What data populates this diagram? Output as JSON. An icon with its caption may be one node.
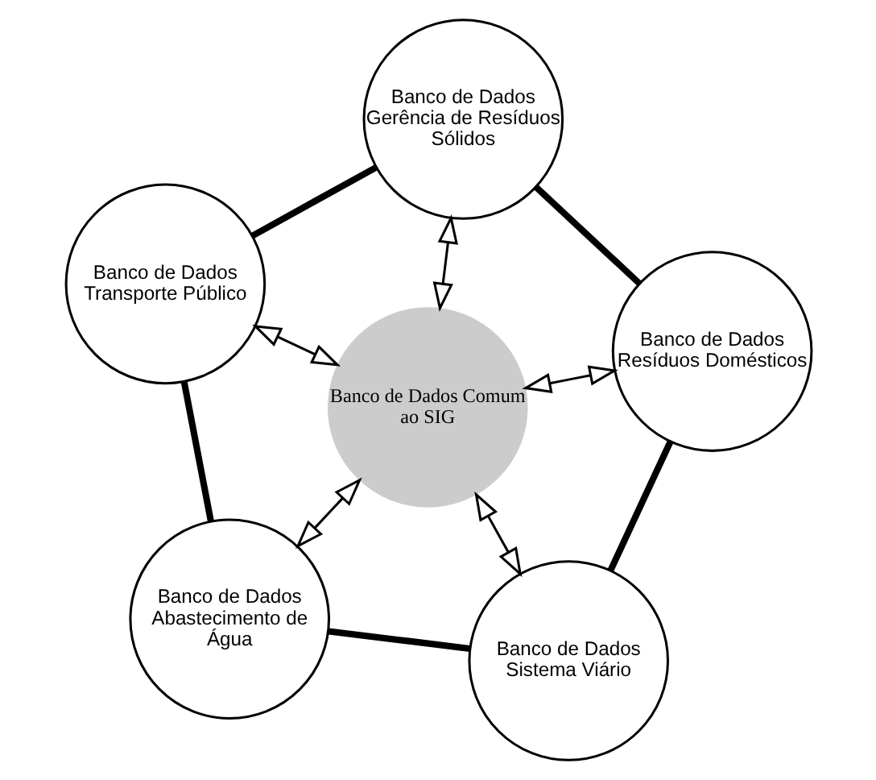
{
  "diagram": {
    "nodes": [
      {
        "text": [
          "Banco de Dados Abastecimento de Água"
        ]
      },
      {
        "text": [
          "Banco de Dados Sistema Viário"
        ]
      },
      {
        "text": [
          "Banco de Dados Comum ao SIG"
        ]
      },
      {
        "text": [
          "Banco de Dados Transporte Público"
        ]
      },
      {
        "text": [
          "Banco de Dados Resíduos Domésticos"
        ]
      },
      {
        "text": [
          "Banco de Dados Gerência de Resíduos Sólidos"
        ]
      }
    ],
    "edges": [
      {
        "from": 2,
        "to": 0,
        "arrow": "both"
      },
      {
        "from": 2,
        "to": 1,
        "arrow": "both"
      },
      {
        "from": 2,
        "to": 3,
        "arrow": "both"
      },
      {
        "from": 2,
        "to": 4,
        "arrow": "both"
      },
      {
        "from": 2,
        "to": 5,
        "arrow": "both"
      },
      {
        "from": 0,
        "to": 3,
        "arrow": "none",
        "style": "thick"
      },
      {
        "from": 3,
        "to": 5,
        "arrow": "none",
        "style": "thick"
      },
      {
        "from": 5,
        "to": 4,
        "arrow": "none",
        "style": "thick"
      },
      {
        "from": 4,
        "to": 1,
        "arrow": "none",
        "style": "thick"
      },
      {
        "from": 1,
        "to": 0,
        "arrow": "none",
        "style": "thick"
      }
    ]
  }
}
